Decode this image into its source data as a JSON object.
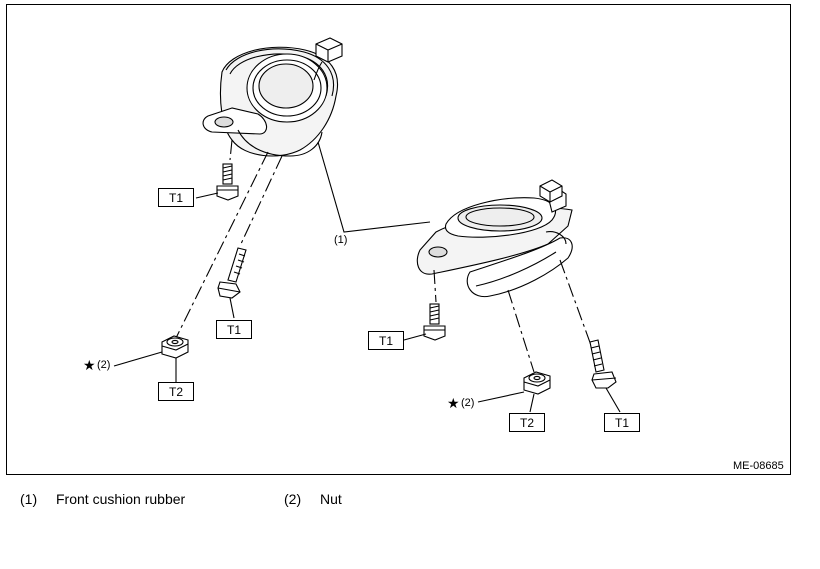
{
  "figure": {
    "code": "ME-08685",
    "callouts": {
      "part1_marker": "(1)",
      "part2_marker": "(2)",
      "star": "★"
    },
    "torque_labels": {
      "left_t1_upper": "T1",
      "left_t1_lower": "T1",
      "left_t2": "T2",
      "right_t1_bolt": "T1",
      "right_t2": "T2",
      "right_t1_far": "T1"
    }
  },
  "legend": [
    {
      "num": "(1)",
      "text": "Front cushion rubber"
    },
    {
      "num": "(2)",
      "text": "Nut"
    }
  ]
}
